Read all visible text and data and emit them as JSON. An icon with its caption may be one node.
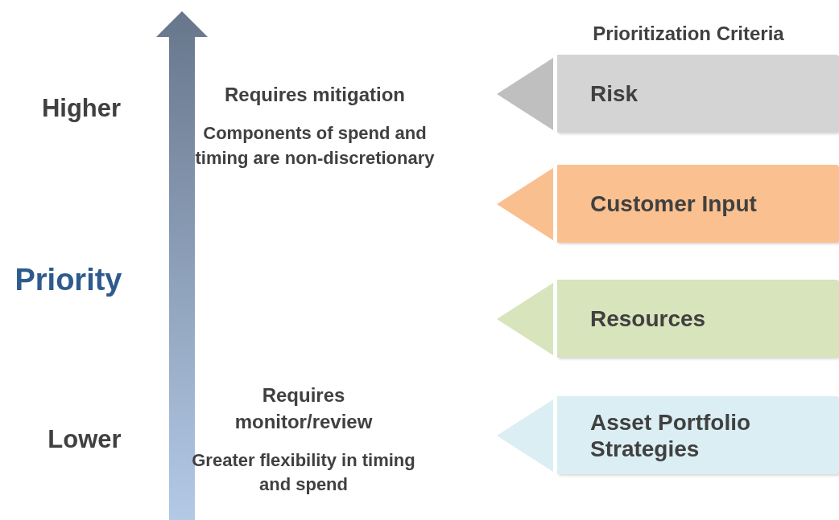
{
  "diagram": {
    "title": "Prioritization Criteria",
    "nodes": [
      {
        "text": [
          "Risk"
        ]
      },
      {
        "text": [
          "Customer Input"
        ]
      },
      {
        "text": [
          "Resources"
        ]
      },
      {
        "text": [
          "Asset Portfolio Strategies"
        ]
      }
    ],
    "labels": [
      "Higher",
      "Requires mitigation",
      "Components of spend and timing are non-discretionary",
      "Priority",
      "Requires monitor/review",
      "Lower",
      "Greater flexibility in timing and spend"
    ]
  }
}
